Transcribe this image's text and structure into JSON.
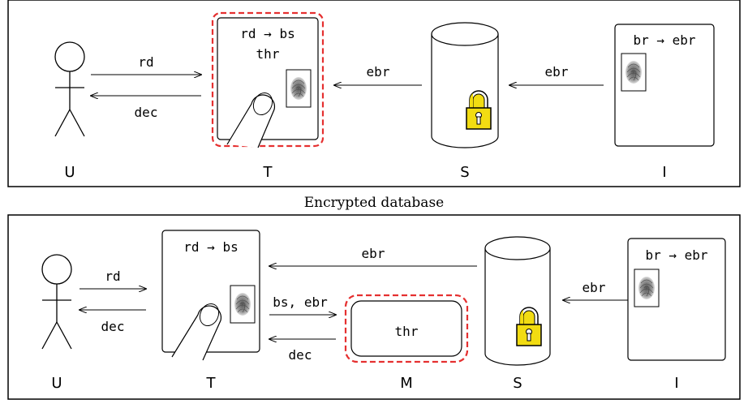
{
  "caption": "Encrypted database",
  "top": {
    "labels": {
      "user": "U",
      "terminal": "T",
      "server": "S",
      "issuer": "I"
    },
    "terminal_lines": [
      "rd → bs",
      "thr"
    ],
    "issuer_line": "br → ebr",
    "arrows": {
      "rd": "rd",
      "dec": "dec",
      "ebr_s_to_t": "ebr",
      "ebr_i_to_s": "ebr"
    }
  },
  "bottom": {
    "labels": {
      "user": "U",
      "terminal": "T",
      "module": "M",
      "server": "S",
      "issuer": "I"
    },
    "terminal_line": "rd → bs",
    "module_text": "thr",
    "issuer_line": "br → ebr",
    "arrows": {
      "rd": "rd",
      "dec": "dec",
      "ebr_top": "ebr",
      "bs_ebr": "bs, ebr",
      "dec_m": "dec",
      "ebr_i_to_s": "ebr"
    }
  },
  "colors": {
    "highlight": "#e53030",
    "lock": "#f2dc12",
    "stroke": "#000000"
  },
  "icons": [
    "stick-figure-icon",
    "finger-icon",
    "fingerprint-icon",
    "padlock-icon",
    "cylinder-database-icon"
  ]
}
